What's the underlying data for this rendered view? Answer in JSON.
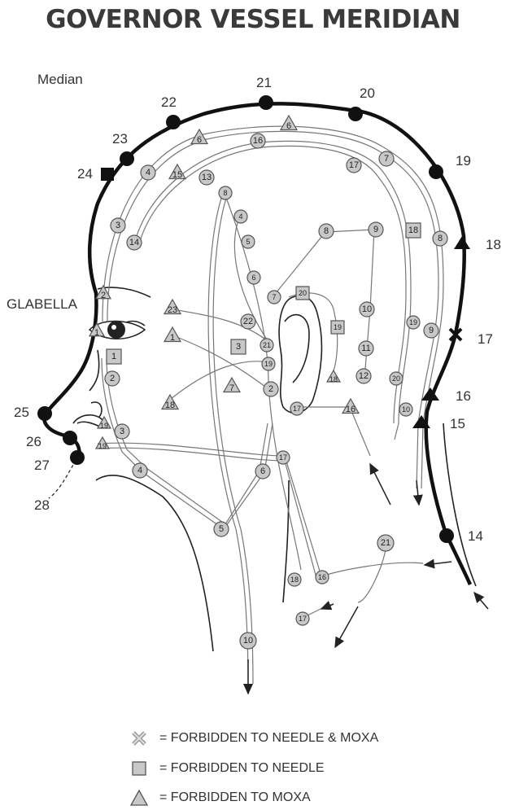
{
  "title": "GOVERNOR VESSEL MERIDIAN",
  "labels": {
    "median": "Median",
    "glabella": "GLABELLA"
  },
  "gv_points": [
    "14",
    "15",
    "16",
    "17",
    "18",
    "19",
    "20",
    "21",
    "22",
    "23",
    "24",
    "25",
    "26",
    "27",
    "28"
  ],
  "other_points": [
    "1",
    "2",
    "3",
    "4",
    "5",
    "6",
    "7",
    "8",
    "9",
    "10",
    "11",
    "12",
    "13",
    "14",
    "15",
    "16",
    "17",
    "18",
    "19",
    "20",
    "21",
    "22",
    "23"
  ],
  "legend": [
    {
      "symbol": "cross-icon",
      "text": "= FORBIDDEN TO NEEDLE & MOXA"
    },
    {
      "symbol": "square-icon",
      "text": "= FORBIDDEN TO NEEDLE"
    },
    {
      "symbol": "triangle-icon",
      "text": "= FORBIDDEN TO MOXA"
    }
  ],
  "colors": {
    "meridian": "#1a1a1a",
    "point_fill": "#c8c8c8",
    "channel": "#666666"
  }
}
